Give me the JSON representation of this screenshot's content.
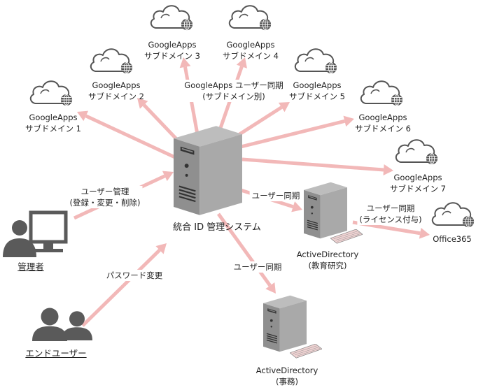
{
  "colors": {
    "arrow": "#f2b8b8",
    "server": "#a9a9a9",
    "cloud_outline": "#555555",
    "person": "#5a5a5a"
  },
  "domains": [
    {
      "name": "GoogleApps",
      "sub": "サブドメイン 1"
    },
    {
      "name": "GoogleApps",
      "sub": "サブドメイン 2"
    },
    {
      "name": "GoogleApps",
      "sub": "サブドメイン 3"
    },
    {
      "name": "GoogleApps",
      "sub": "サブドメイン 4"
    },
    {
      "name": "GoogleApps",
      "sub": "サブドメイン 5"
    },
    {
      "name": "GoogleApps",
      "sub": "サブドメイン 6"
    },
    {
      "name": "GoogleApps",
      "sub": "サブドメイン 7"
    }
  ],
  "sync_subdomain": {
    "line1": "GoogleApps ユーザー同期",
    "line2": "(サブドメイン別)"
  },
  "center": {
    "title": "統合 ID 管理システム"
  },
  "admin": {
    "label": "管理者",
    "action_line1": "ユーザー管理",
    "action_line2": "(登録・変更・削除)"
  },
  "enduser": {
    "label": "エンドユーザー",
    "action": "パスワード変更"
  },
  "ad_edu": {
    "name": "ActiveDirectory",
    "sub": "(教育研究)",
    "sync": "ユーザー同期"
  },
  "ad_office": {
    "name": "ActiveDirectory",
    "sub": "(事務)",
    "sync": "ユーザー同期"
  },
  "office": {
    "name": "Office365",
    "sync_line1": "ユーザー同期",
    "sync_line2": "(ライセンス付与)"
  }
}
